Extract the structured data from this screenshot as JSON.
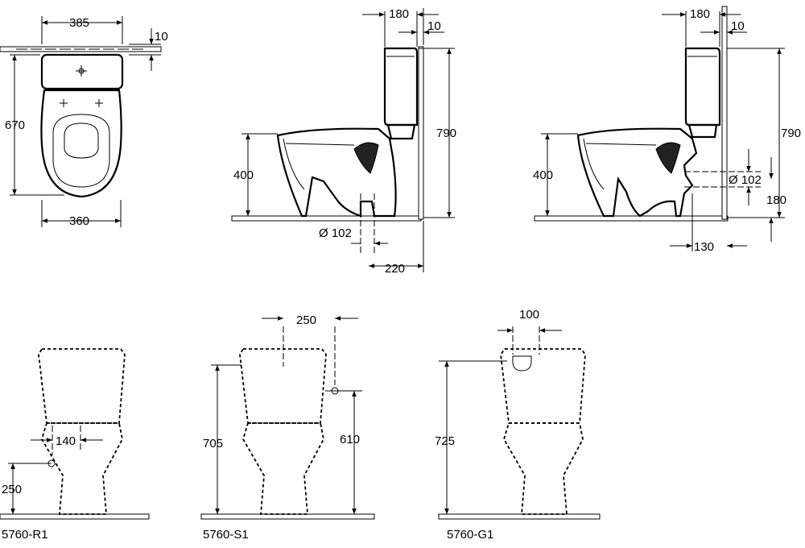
{
  "dimensions": {
    "top_width": "385",
    "top_offset": "10",
    "top_depth": "670",
    "bottom_width": "360",
    "side1_tank_depth": "180",
    "side1_tank_offset": "10",
    "side1_height": "790",
    "side1_seat_height": "400",
    "side1_outlet_dia": "Ø 102",
    "side1_outlet_dist": "220",
    "side2_tank_depth": "180",
    "side2_tank_offset": "10",
    "side2_height": "790",
    "side2_seat_height": "400",
    "side2_outlet_dia": "Ø 102",
    "side2_outlet_height": "180",
    "side2_outlet_dist": "130",
    "r1_width": "140",
    "r1_height": "250",
    "s1_offset": "250",
    "s1_height": "705",
    "s1_inlet_height": "610",
    "g1_width": "100",
    "g1_height": "725"
  },
  "labels": {
    "r1": "5760-R1",
    "s1": "5760-S1",
    "g1": "5760-G1"
  }
}
